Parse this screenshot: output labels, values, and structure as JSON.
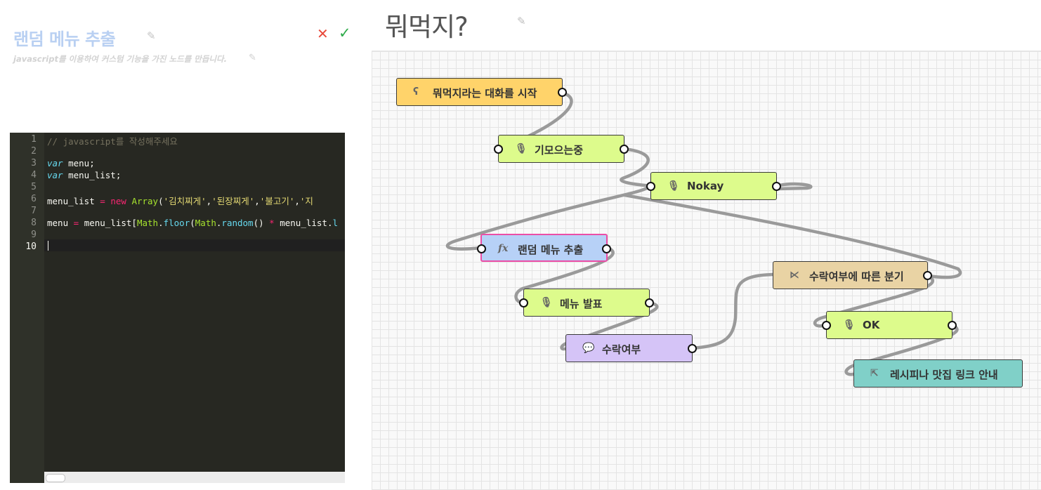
{
  "panel": {
    "title": "랜덤 메뉴 추출",
    "description": "javascript를 이용하여 커스텀 기능을 가진 노드를 만듭니다.",
    "edit_icon": "edit-icon",
    "cancel_icon": "close-icon",
    "confirm_icon": "check-icon",
    "colors": {
      "cancel": "#e84a3b",
      "confirm": "#2eab4a",
      "title": "#b9d0f2"
    }
  },
  "editor": {
    "language": "javascript",
    "line_numbers": [
      "1",
      "2",
      "3",
      "4",
      "5",
      "6",
      "7",
      "8",
      "9",
      "10"
    ],
    "active_line": "10",
    "comment": "// javascript를 작성해주세요",
    "line3": {
      "kw": "var",
      "rest": " menu;"
    },
    "line4": {
      "kw": "var",
      "rest": " menu_list;"
    },
    "line6": {
      "lhs": "menu_list ",
      "eq": "=",
      "sp": " ",
      "kw_new": "new",
      "sp2": " ",
      "fn": "Array",
      "open": "(",
      "s1": "'김치찌게'",
      "c1": ",",
      "s2": "'된장찌게'",
      "c2": ",",
      "s3": "'불고기'",
      "c3": ",",
      "s4": "'지"
    },
    "line8": {
      "lhs": "menu ",
      "eq": "=",
      "a": " menu_list[",
      "m1": "Math",
      "d1": ".",
      "f1": "floor",
      "p1": "(",
      "m2": "Math",
      "d2": ".",
      "f2": "random",
      "p2": "() ",
      "mul": "*",
      "b": " menu_list.",
      "f3": "l"
    }
  },
  "flow": {
    "title": "뭐먹지?",
    "edit_icon": "edit-icon",
    "nodes": [
      {
        "id": "start",
        "label": "뭐먹지라는 대화를 시작",
        "icon": "ear-icon",
        "glyph": "ʕ",
        "color": "#ffd36a",
        "has_in": false
      },
      {
        "id": "wait",
        "label": "기모으는중",
        "icon": "mic-icon",
        "glyph": "🎙",
        "color": "#ddfb8c",
        "has_in": true
      },
      {
        "id": "nokay",
        "label": "Nokay",
        "icon": "mic-icon",
        "glyph": "🎙",
        "color": "#ddfb8c",
        "has_in": true
      },
      {
        "id": "random",
        "label": "랜덤 메뉴 추출",
        "icon": "function-icon",
        "glyph": "fx",
        "color": "#b7d1f7",
        "has_in": true,
        "selected": true
      },
      {
        "id": "announce",
        "label": "메뉴 발표",
        "icon": "mic-icon",
        "glyph": "🎙",
        "color": "#ddfb8c",
        "has_in": true
      },
      {
        "id": "accept",
        "label": "수락여부",
        "icon": "chat-icon",
        "glyph": "💬",
        "color": "#d5c4f7",
        "has_in": true
      },
      {
        "id": "branch",
        "label": "수락여부에 따른 분기",
        "icon": "branch-icon",
        "glyph": "⋉",
        "color": "#e9d3a4",
        "has_in": true
      },
      {
        "id": "ok",
        "label": "OK",
        "icon": "mic-icon",
        "glyph": "🎙",
        "color": "#ddfb8c",
        "has_in": true
      },
      {
        "id": "link",
        "label": "레시피나 맛집 링크 안내",
        "icon": "external-link-icon",
        "glyph": "⇱",
        "color": "#80d0c8",
        "has_in": true
      }
    ]
  }
}
